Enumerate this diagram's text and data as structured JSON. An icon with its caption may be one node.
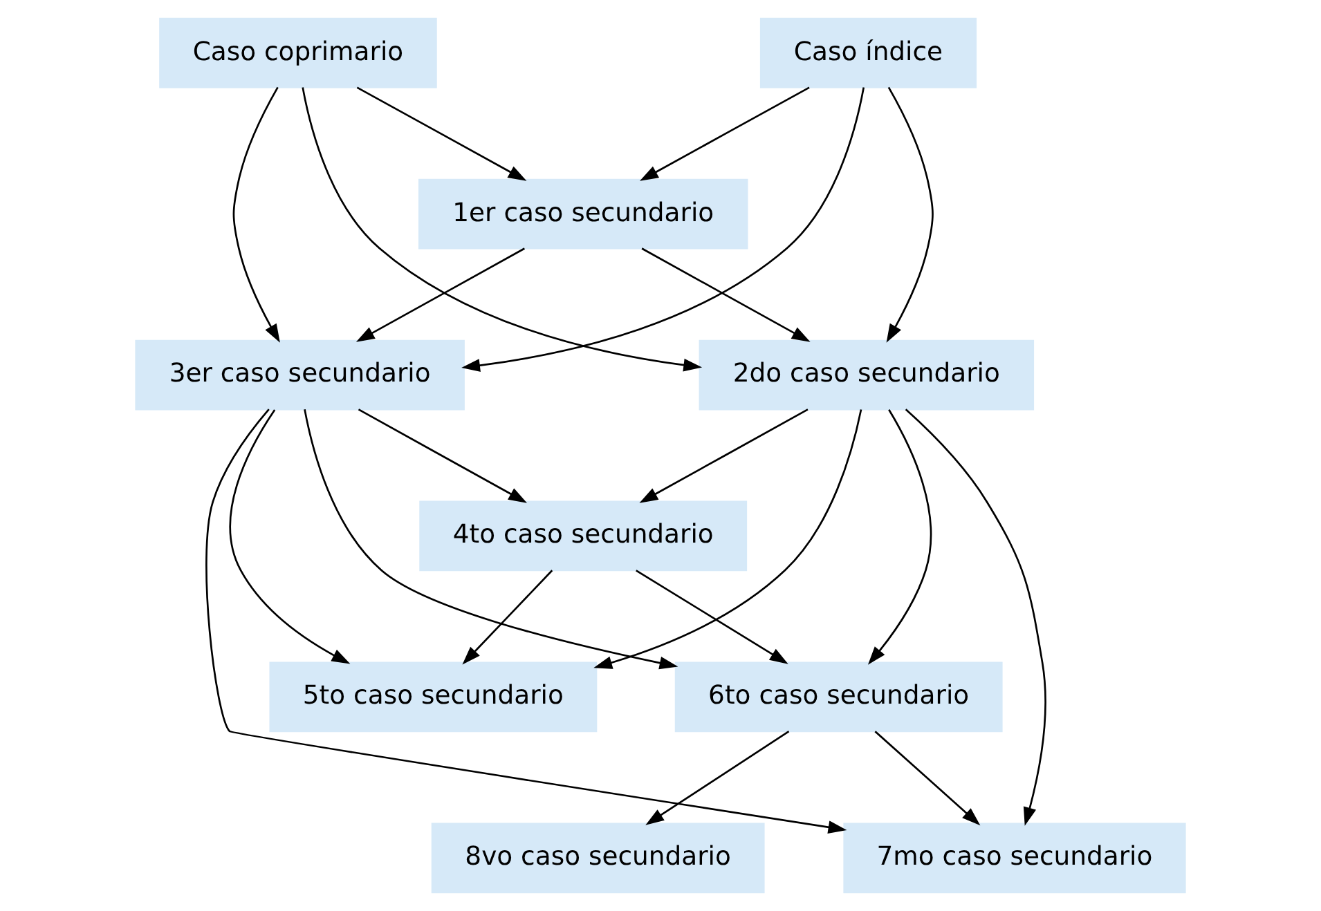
{
  "diagram": {
    "nodes": [
      {
        "text": [
          "Caso índice"
        ]
      },
      {
        "text": [
          "Caso coprimario"
        ]
      },
      {
        "text": [
          "1er caso secundario"
        ]
      },
      {
        "text": [
          "2do caso secundario"
        ]
      },
      {
        "text": [
          "4to caso secundario"
        ]
      },
      {
        "text": [
          "3er caso secundario"
        ]
      },
      {
        "text": [
          "5to caso secundario"
        ]
      },
      {
        "text": [
          "7mo caso secundario"
        ]
      },
      {
        "text": [
          "6to caso secundario"
        ]
      },
      {
        "text": [
          "8vo caso secundario"
        ]
      }
    ],
    "edges": [
      {
        "from": 0,
        "to": 2,
        "arrow": "to"
      },
      {
        "from": 0,
        "to": 3,
        "arrow": "to"
      },
      {
        "from": 0,
        "to": 5,
        "arrow": "to"
      },
      {
        "from": 1,
        "to": 2,
        "arrow": "to"
      },
      {
        "from": 1,
        "to": 3,
        "arrow": "to"
      },
      {
        "from": 1,
        "to": 5,
        "arrow": "to"
      },
      {
        "from": 2,
        "to": 3,
        "arrow": "to"
      },
      {
        "from": 2,
        "to": 5,
        "arrow": "to"
      },
      {
        "from": 3,
        "to": 4,
        "arrow": "to"
      },
      {
        "from": 3,
        "to": 6,
        "arrow": "to"
      },
      {
        "from": 3,
        "to": 8,
        "arrow": "to"
      },
      {
        "from": 3,
        "to": 7,
        "arrow": "to"
      },
      {
        "from": 5,
        "to": 4,
        "arrow": "to"
      },
      {
        "from": 5,
        "to": 6,
        "arrow": "to"
      },
      {
        "from": 5,
        "to": 8,
        "arrow": "to"
      },
      {
        "from": 5,
        "to": 7,
        "arrow": "to"
      },
      {
        "from": 4,
        "to": 6,
        "arrow": "to"
      },
      {
        "from": 4,
        "to": 8,
        "arrow": "to"
      },
      {
        "from": 8,
        "to": 7,
        "arrow": "to"
      },
      {
        "from": 8,
        "to": 9,
        "arrow": "to"
      }
    ]
  }
}
